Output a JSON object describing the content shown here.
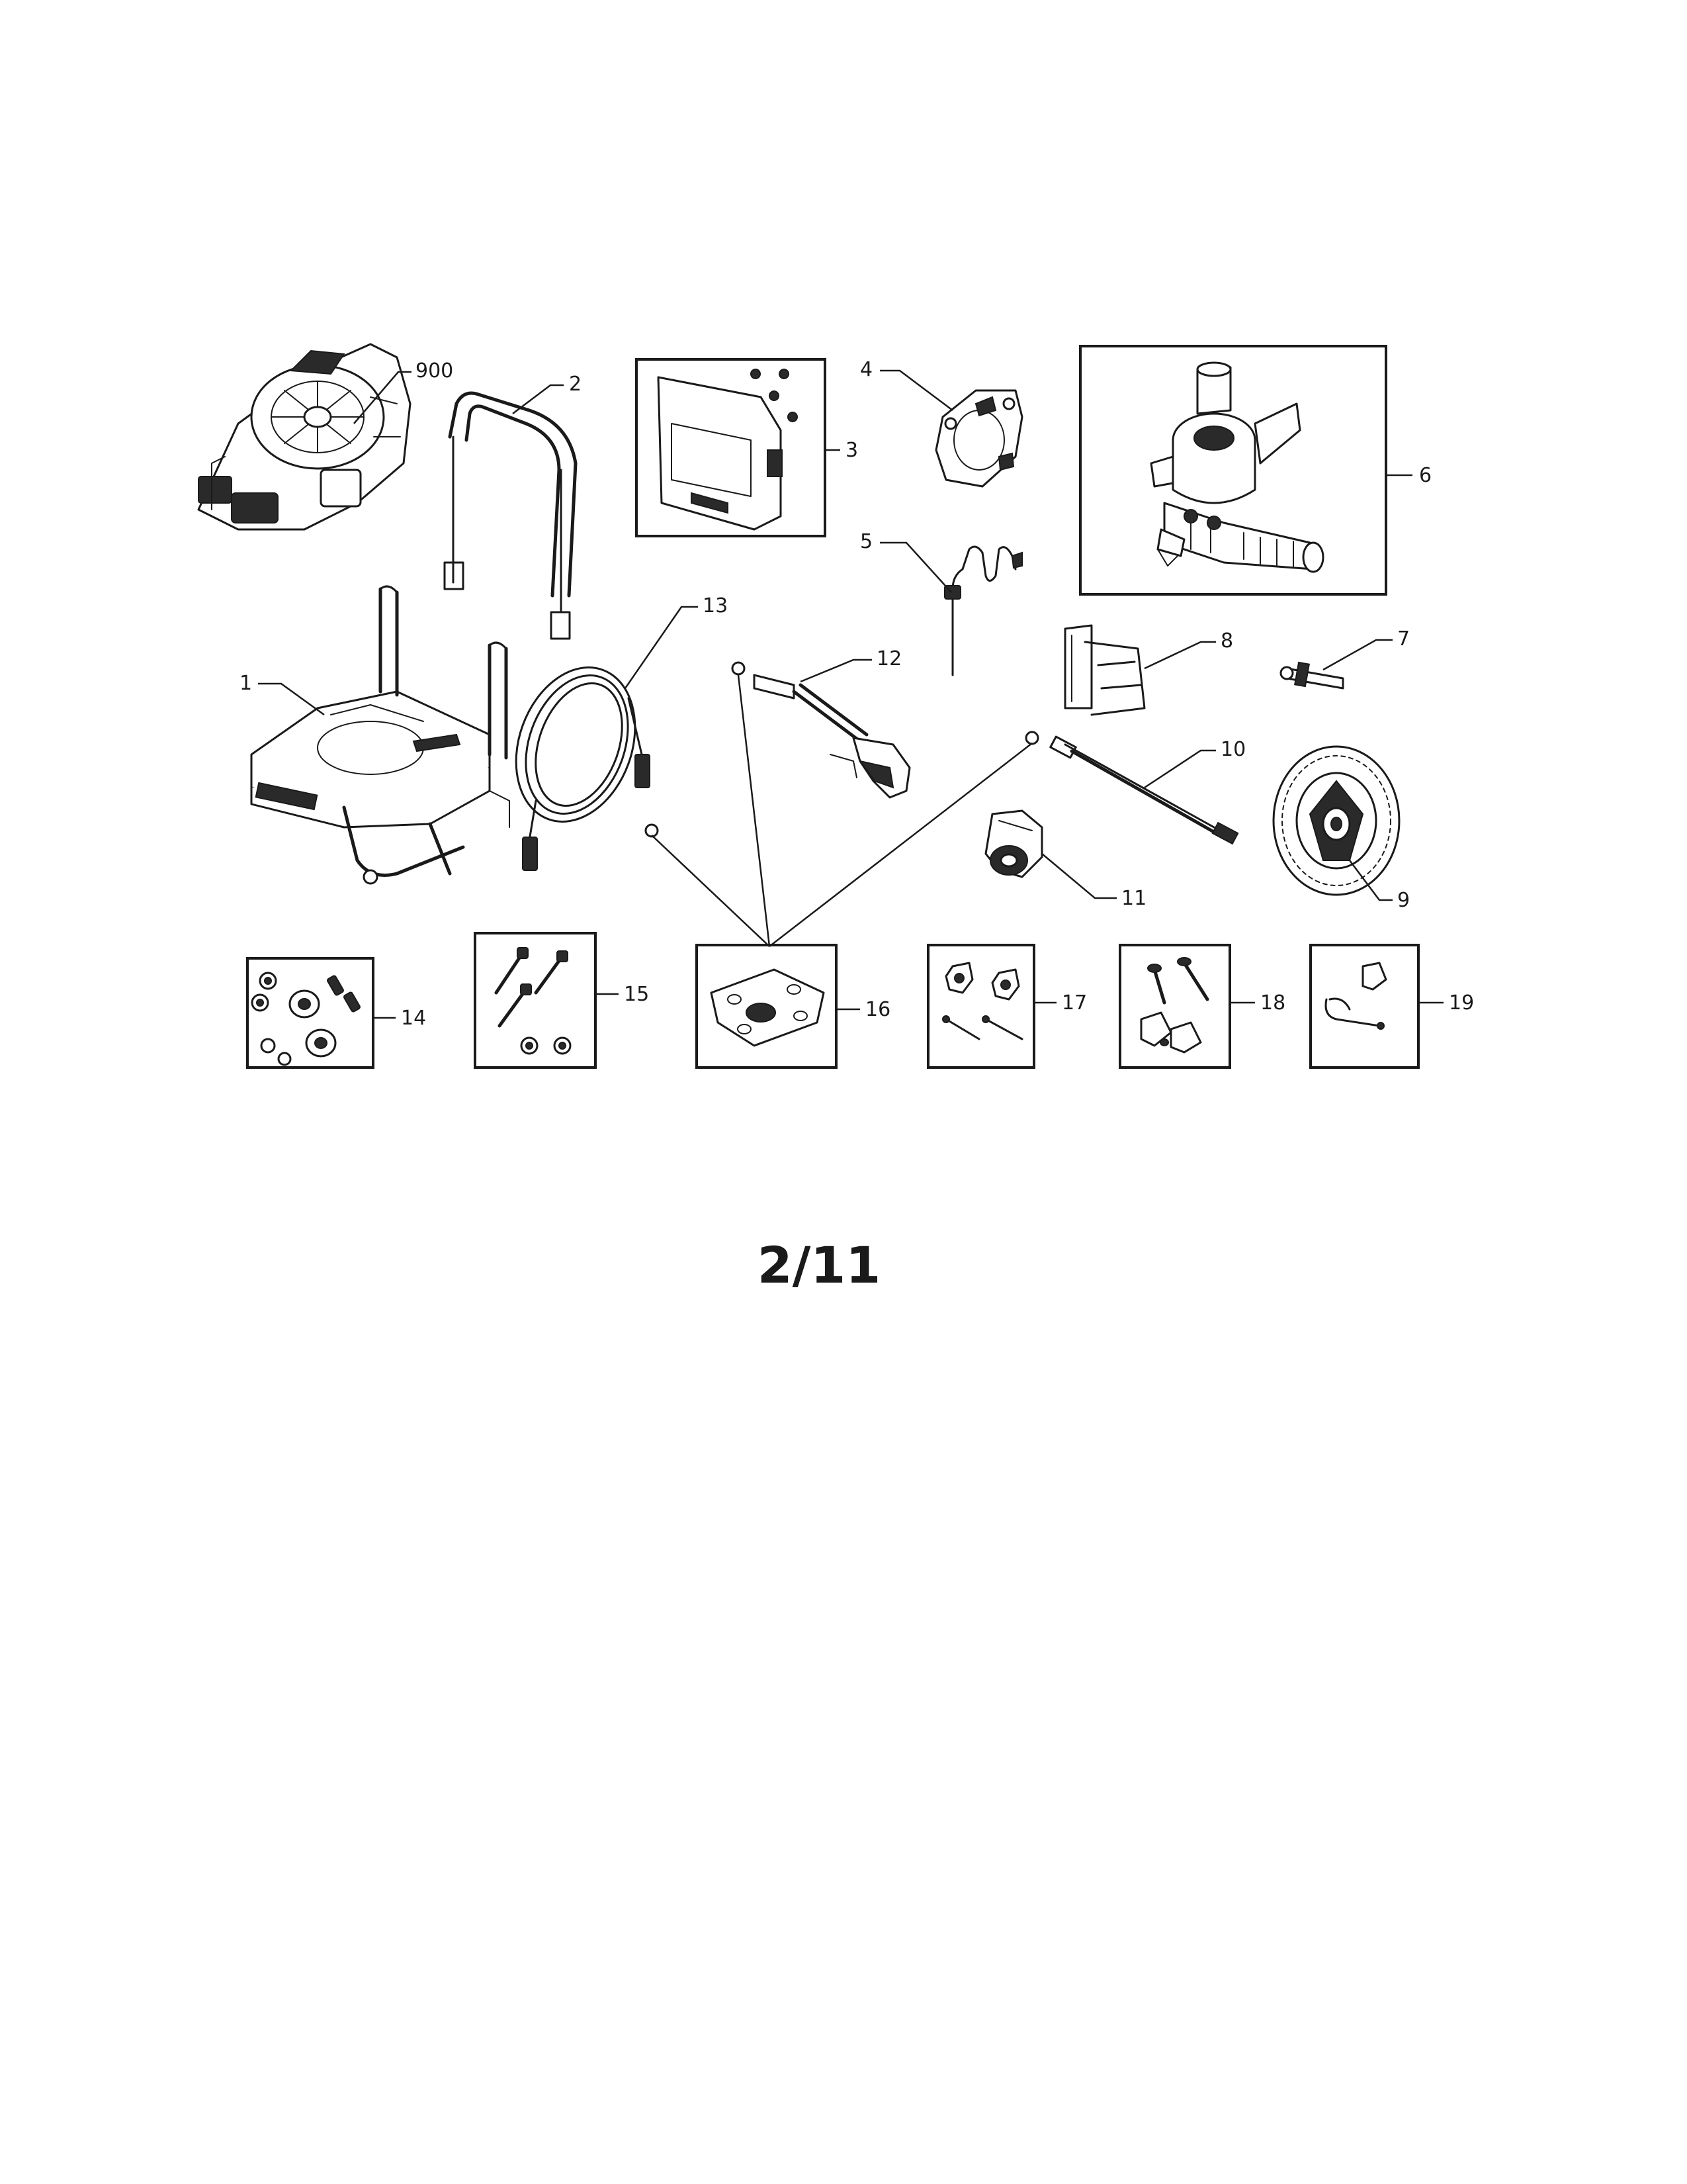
{
  "page_number": "2/11",
  "callouts": [
    "900",
    "2",
    "3",
    "4",
    "5",
    "6",
    "1",
    "13",
    "12",
    "8",
    "7",
    "10",
    "11",
    "9",
    "14",
    "15",
    "16",
    "17",
    "18",
    "19"
  ]
}
